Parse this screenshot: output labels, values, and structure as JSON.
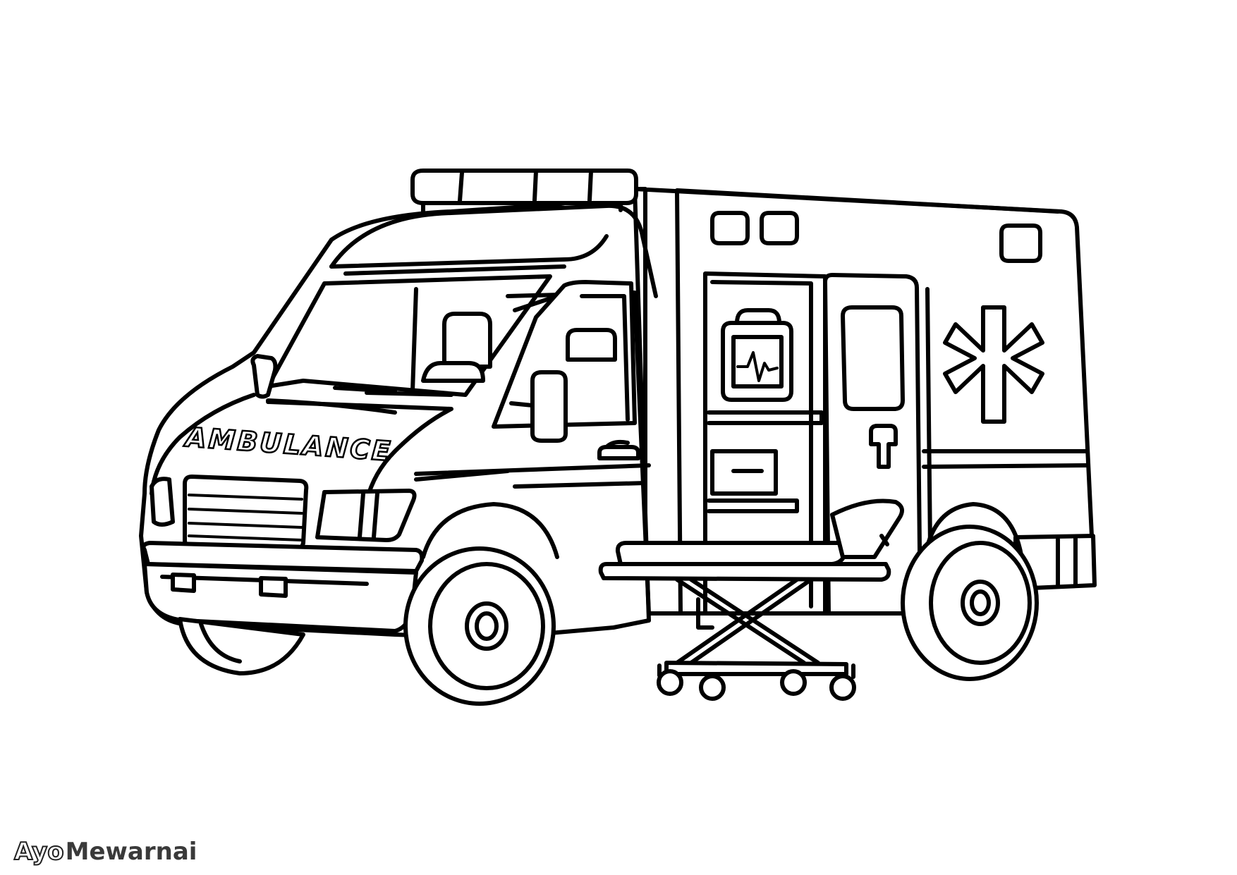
{
  "illustration": {
    "subject_icon": "ambulance-icon",
    "side_text": "AMBULANCE",
    "symbol_icon": "star-of-life-icon",
    "line_color": "#000000",
    "background_color": "#ffffff"
  },
  "brand": {
    "part1": "Ayo",
    "part2": "Mewarnai"
  }
}
